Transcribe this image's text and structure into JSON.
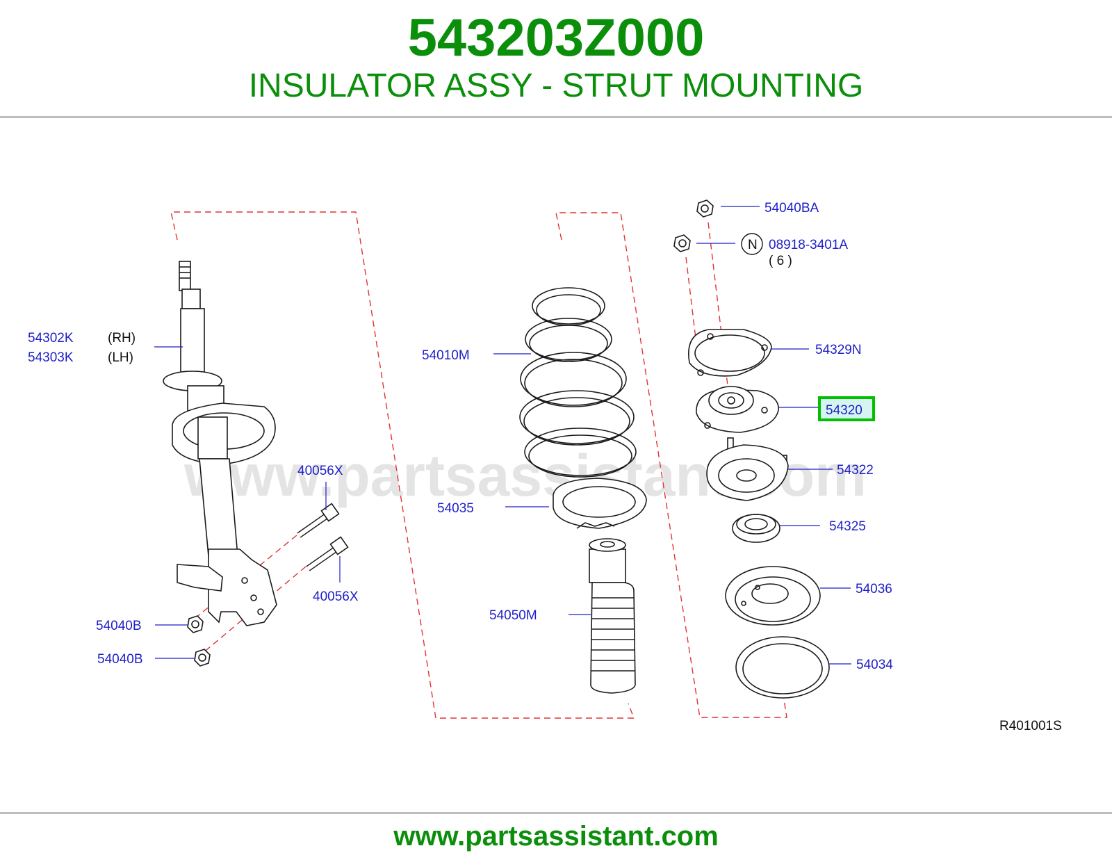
{
  "header": {
    "part_number": "543203Z000",
    "title": "INSULATOR ASSY - STRUT MOUNTING"
  },
  "watermark": "www.partsassistant.com",
  "diagram": {
    "labels": {
      "strut_rh_code": "54302K",
      "strut_rh_side": "(RH)",
      "strut_lh_code": "54303K",
      "strut_lh_side": "(LH)",
      "bolt_upper": "40056X",
      "bolt_lower": "40056X",
      "nut_upper": "54040B",
      "nut_lower": "54040B",
      "spring": "54010M",
      "spring_seat": "54035",
      "bound_bumper": "54050M",
      "top_nut": "54040BA",
      "nut_n_marker": "N",
      "mount_nut": "08918-3401A",
      "mount_nut_qty": "( 6 )",
      "plate": "54329N",
      "insulator": "54320",
      "mount_plate": "54322",
      "bearing": "54325",
      "upper_seat": "54036",
      "rubber_seat": "54034"
    },
    "highlight_color": "#00c000",
    "label_color": "#1e1ec8",
    "reference_code": "R401001S"
  },
  "footer": {
    "url": "www.partsassistant.com"
  }
}
